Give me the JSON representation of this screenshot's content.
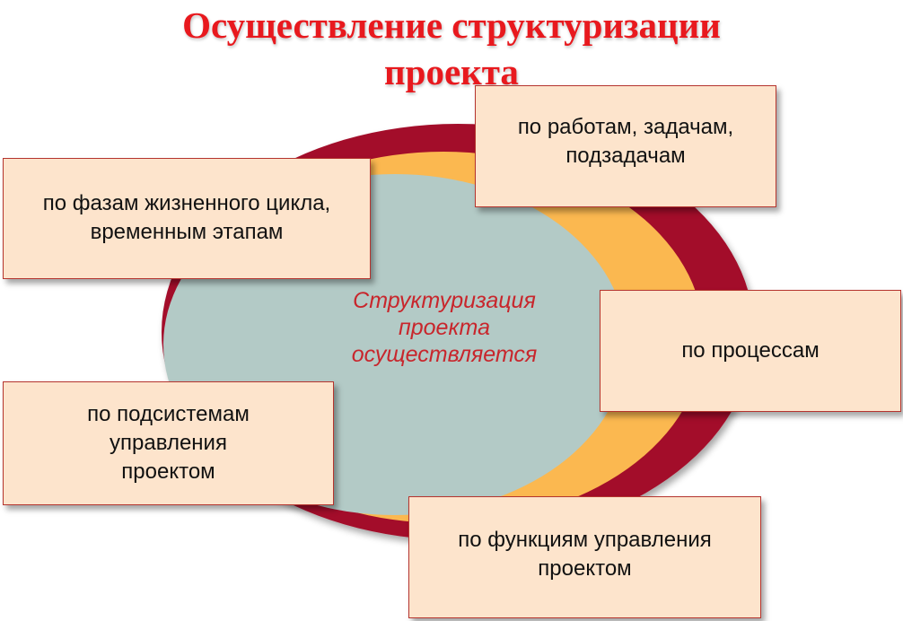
{
  "title": {
    "line1": "Осуществление структуризации",
    "line2": "проекта",
    "color": "#e8191e"
  },
  "center": {
    "line1": "Структуризация",
    "line2": "проекта",
    "line3": "осуществляется",
    "color": "#c8262c"
  },
  "colors": {
    "outer_ring": "#a3102a",
    "middle_ring": "#fbb850",
    "inner_fill": "#b3cac6",
    "box_fill": "#fde4cc",
    "box_border": "#b5342e"
  },
  "boxes": {
    "works": {
      "line1": "по работам, задачам,",
      "line2": "подзадачам"
    },
    "phases": {
      "line1": "по фазам жизненного цикла,",
      "line2": "временным этапам"
    },
    "process": {
      "line1": "по процессам"
    },
    "subsys": {
      "line1": "по подсистемам",
      "line2": "управления",
      "line3": "проектом"
    },
    "func": {
      "line1": "по функциям управления",
      "line2": "проектом"
    }
  }
}
